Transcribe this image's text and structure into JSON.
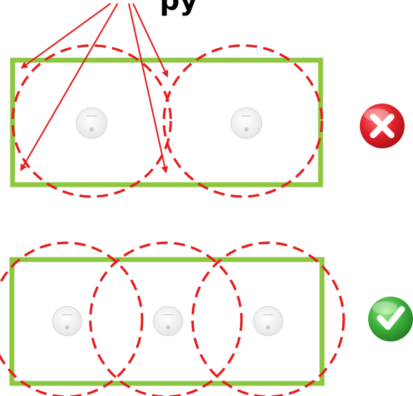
{
  "title_fragment": "py",
  "colors": {
    "room_border": "#8dc63f",
    "coverage_circle": "#e41e1e",
    "arrow": "#e41e1e",
    "wrong_badge": "#e0202a",
    "right_badge": "#3cae3a",
    "detector": "#f2f2f2"
  },
  "icons": {
    "wrong": "cross-badge-icon",
    "right": "check-badge-icon",
    "device": "smoke-detector-icon"
  },
  "diagrams": [
    {
      "id": "wrong-layout",
      "detector_count": 2,
      "verdict": "wrong"
    },
    {
      "id": "correct-layout",
      "detector_count": 3,
      "verdict": "correct"
    }
  ]
}
